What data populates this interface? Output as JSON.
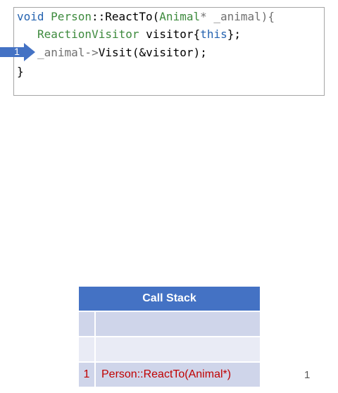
{
  "code": {
    "line1": {
      "kw_void": "void ",
      "class_name": "Person",
      "scope": "::ReactTo(",
      "param_type": "Animal",
      "param_rest": "* _animal){"
    },
    "line2": {
      "type": "ReactionVisitor",
      "var": " visitor{",
      "kw_this": "this",
      "end": "};"
    },
    "line3": {
      "obj": "_animal->",
      "call": "Visit(&visitor);"
    },
    "line4": {
      "close": "}"
    }
  },
  "pointer": {
    "label": "1",
    "color": "#4472c4"
  },
  "call_stack": {
    "title": "Call Stack",
    "rows": [
      {
        "num": "",
        "frame": ""
      },
      {
        "num": "",
        "frame": ""
      },
      {
        "num": "1",
        "frame": "Person::ReactTo(Animal*)"
      }
    ],
    "header_color": "#4472c4",
    "frame_color": "#c00000"
  },
  "page_number": "1"
}
